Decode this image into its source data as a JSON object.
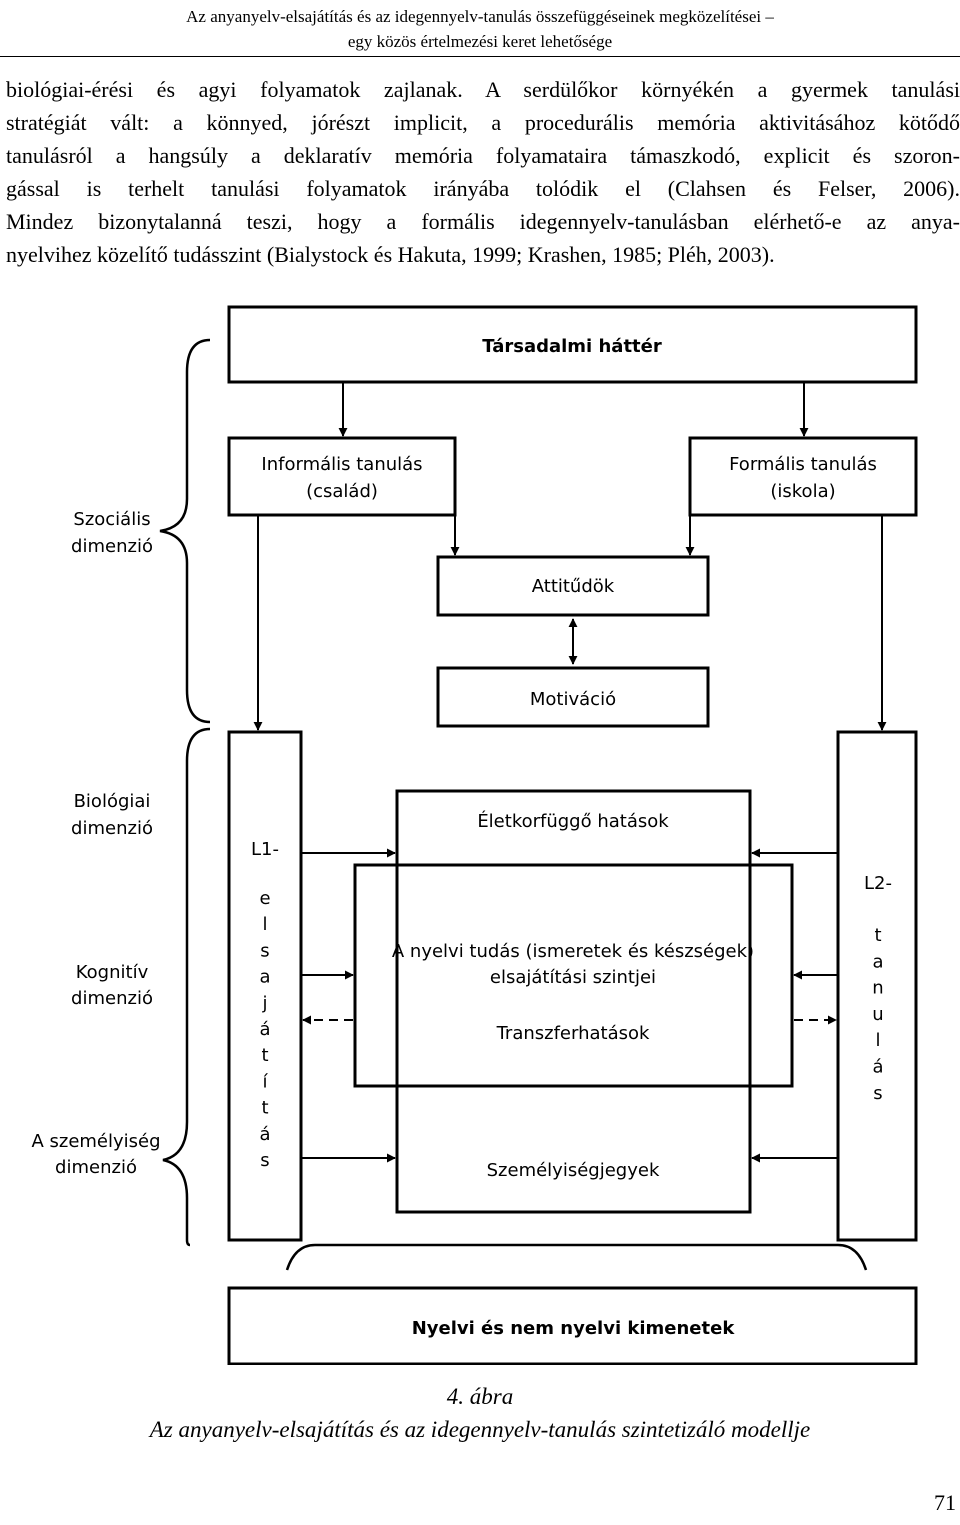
{
  "header": {
    "line1": "Az anyanyelv-elsajátítás és az idegennyelv-tanulás összefüggéseinek megközelítései –",
    "line2": "egy közös értelmezési keret lehetősége"
  },
  "body_lines": [
    "biológiai-érési és agyi folyamatok zajlanak. A serdülőkor környékén a gyermek tanulási",
    "stratégiát vált: a könnyed, jórészt implicit, a procedurális memória aktivitásához kötődő",
    "tanulásról a hangsúly a deklaratív memória folyamataira támaszkodó, explicit és szoron-",
    "gással is terhelt tanulási folyamatok irányába tolódik el (Clahsen és Felser, 2006).",
    "Mindez bizonytalanná teszi, hogy a formális idegennyelv-tanulásban elérhető-e az anya-",
    "nyelvihez közelítő tudásszint (Bialystock és Hakuta, 1999; Krashen, 1985; Pléh, 2003)."
  ],
  "diagram": {
    "top_box": "Társadalmi háttér",
    "informal": [
      "Informális tanulás",
      "(család)"
    ],
    "formal": [
      "Formális tanulás",
      "(iskola)"
    ],
    "attitudes": "Attitűdök",
    "motivation": "Motiváció",
    "social_dim": [
      "Szociális",
      "dimenzió"
    ],
    "biological_dim": [
      "Biológiai",
      "dimenzió"
    ],
    "cognitive_dim": [
      "Kognitív",
      "dimenzió"
    ],
    "personality_dim": [
      "A személyiség",
      "dimenzió"
    ],
    "l1_title": "L1-",
    "l1_letters": [
      "e",
      "l",
      "s",
      "a",
      "j",
      "á",
      "t",
      "í",
      "t",
      "á",
      "s"
    ],
    "l2_title": "L2-",
    "l2_letters": [
      "t",
      "a",
      "n",
      "u",
      "l",
      "á",
      "s"
    ],
    "age_effects": "Életkorfüggő hatások",
    "levels": [
      "A nyelvi tudás (ismeretek és készségek)",
      "elsajátítási szintjei"
    ],
    "transfer": "Transzferhatások",
    "personality_traits": "Személyiségjegyek",
    "outcomes": "Nyelvi és nem nyelvi kimenetek"
  },
  "caption": {
    "number": "4. ábra",
    "title": "Az anyanyelv-elsajátítás és az idegennyelv-tanulás szintetizáló modellje"
  },
  "page_number": "71"
}
